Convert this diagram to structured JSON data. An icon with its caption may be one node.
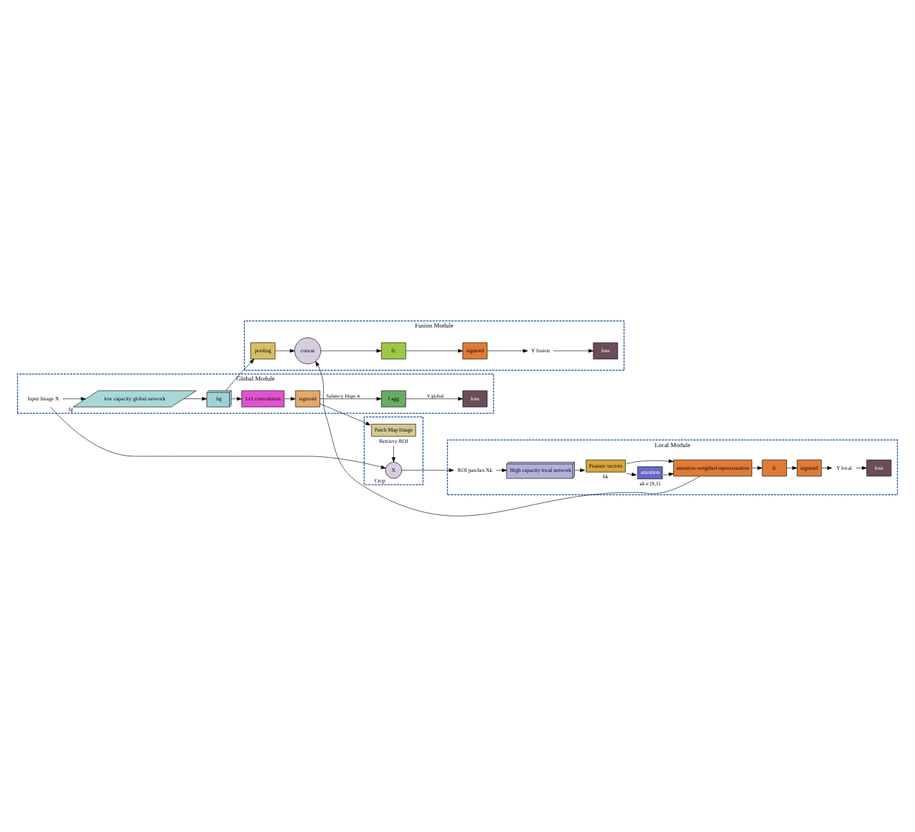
{
  "diagram": {
    "nodes": [
      {
        "text": [
          "Global Module"
        ]
      },
      {
        "text": [
          "Input Image X"
        ],
        "in": 0
      },
      {
        "text": [
          "low capacity global network"
        ],
        "beside": [
          "fg"
        ],
        "in": 0
      },
      {
        "text": [
          "hg"
        ],
        "in": 0
      },
      {
        "text": [
          "1x1 convolution"
        ],
        "in": 0
      },
      {
        "text": [
          "sigmoid"
        ],
        "in": 0
      },
      {
        "text": [
          "f agg"
        ],
        "in": 0
      },
      {
        "text": [
          "loss"
        ],
        "in": 0
      },
      {
        "text": [],
        "shape": "box"
      },
      {
        "text": [
          "X"
        ],
        "beside": [
          "Crop"
        ],
        "in": 8
      },
      {
        "text": [
          "Patch Map Image"
        ],
        "beside": [
          "Retrieve ROI"
        ],
        "in": 8
      },
      {
        "text": [
          "Fusion Module"
        ]
      },
      {
        "text": [
          "pooling"
        ],
        "in": 11
      },
      {
        "text": [
          "concat"
        ],
        "in": 11
      },
      {
        "text": [
          "fc"
        ],
        "in": 11
      },
      {
        "text": [
          "sigmoid"
        ],
        "in": 11
      },
      {
        "text": [
          "Y fusion"
        ],
        "in": 11
      },
      {
        "text": [
          "loss"
        ],
        "in": 11
      },
      {
        "text": [
          "Local Module"
        ]
      },
      {
        "text": [
          "ROI patches Xk"
        ],
        "in": 18
      },
      {
        "text": [
          "High capacity local network"
        ],
        "in": 18
      },
      {
        "text": [
          "Feature vectors"
        ],
        "beside": [
          "hk"
        ],
        "in": 18
      },
      {
        "text": [
          "attention"
        ],
        "beside": [
          "ak e [0,1]"
        ],
        "in": 18
      },
      {
        "text": [
          "attention-weigthed representation"
        ],
        "in": 18
      },
      {
        "text": [
          "fc"
        ],
        "in": 18
      },
      {
        "text": [
          "sigmoid"
        ],
        "in": 18
      },
      {
        "text": [
          "Y local"
        ],
        "in": 18
      },
      {
        "text": [
          "loss"
        ],
        "in": 18
      }
    ],
    "edges": [
      {
        "from": 1,
        "to": 2,
        "arrow": "to"
      },
      {
        "from": 2,
        "to": 3,
        "arrow": "to"
      },
      {
        "from": 3,
        "to": 4,
        "arrow": "to"
      },
      {
        "from": 4,
        "to": 5,
        "arrow": "to"
      },
      {
        "from": 5,
        "to": 6,
        "label": "Saliency Maps A",
        "arrow": "to"
      },
      {
        "from": 6,
        "to": 7,
        "label": "Y global",
        "arrow": "to"
      },
      {
        "from": 1,
        "to": 9,
        "arrow": "to"
      },
      {
        "from": 5,
        "to": 10,
        "arrow": "to"
      },
      {
        "from": 10,
        "to": 9,
        "arrow": "to"
      },
      {
        "from": 3,
        "to": 12,
        "arrow": "to"
      },
      {
        "from": 12,
        "to": 13,
        "arrow": "to"
      },
      {
        "from": 13,
        "to": 14,
        "arrow": "to"
      },
      {
        "from": 14,
        "to": 15,
        "arrow": "to"
      },
      {
        "from": 15,
        "to": 16,
        "arrow": "to"
      },
      {
        "from": 16,
        "to": 17,
        "arrow": "to"
      },
      {
        "from": 9,
        "to": 19,
        "arrow": "to"
      },
      {
        "from": 19,
        "to": 20,
        "arrow": "to"
      },
      {
        "from": 20,
        "to": 21,
        "arrow": "to"
      },
      {
        "from": 21,
        "to": 23,
        "arrow": "to"
      },
      {
        "from": 21,
        "to": 22,
        "arrow": "to"
      },
      {
        "from": 22,
        "to": 23,
        "arrow": "to"
      },
      {
        "from": 23,
        "to": 13,
        "arrow": "to"
      },
      {
        "from": 23,
        "to": 24,
        "arrow": "to"
      },
      {
        "from": 24,
        "to": 25,
        "arrow": "to"
      },
      {
        "from": 25,
        "to": 26,
        "arrow": "to"
      },
      {
        "from": 26,
        "to": 27,
        "arrow": "to"
      }
    ]
  }
}
